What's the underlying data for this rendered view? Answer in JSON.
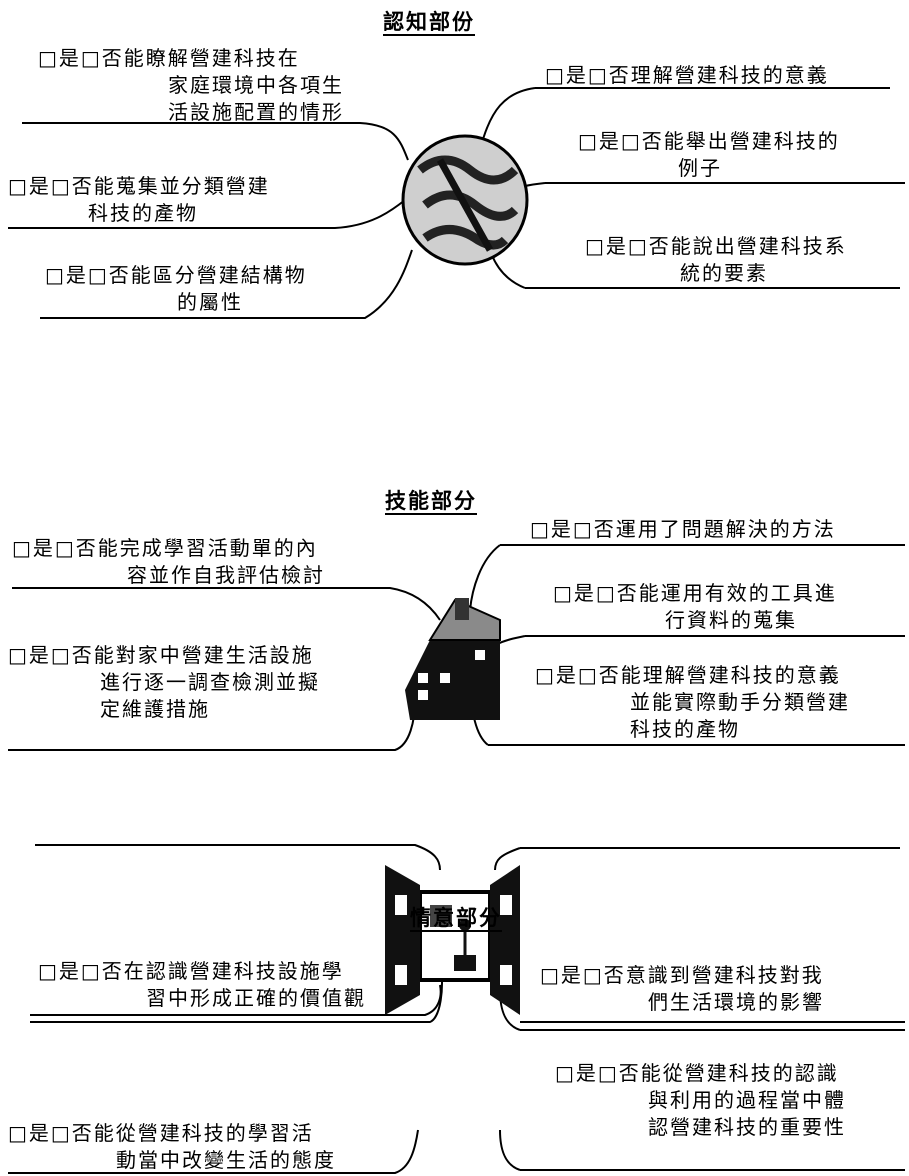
{
  "sections": [
    {
      "title": "認知部份",
      "left_items": [
        {
          "lines": [
            "□是□否能瞭解營建科技在",
            "家庭環境中各項生",
            "活設施配置的情形"
          ]
        },
        {
          "lines": [
            "□是□否能蒐集並分類營建",
            "科技的產物"
          ]
        },
        {
          "lines": [
            "□是□否能區分營建結構物",
            "的屬性"
          ]
        }
      ],
      "right_items": [
        {
          "lines": [
            "□是□否理解營建科技的意義"
          ]
        },
        {
          "lines": [
            "□是□否能舉出營建科技的",
            "例子"
          ]
        },
        {
          "lines": [
            "□是□否能說出營建科技系",
            "統的要素"
          ]
        }
      ],
      "icon": "brain-icon"
    },
    {
      "title": "技能部分",
      "left_items": [
        {
          "lines": [
            "□是□否能完成學習活動單的內",
            "容並作自我評估檢討"
          ]
        },
        {
          "lines": [
            "□是□否能對家中營建生活設施",
            "進行逐一調查檢測並擬",
            "定維護措施"
          ]
        }
      ],
      "right_items": [
        {
          "lines": [
            "□是□否運用了問題解決的方法"
          ]
        },
        {
          "lines": [
            "□是□否能運用有效的工具進",
            "行資料的蒐集"
          ]
        },
        {
          "lines": [
            "□是□否能理解營建科技的意義",
            "並能實際動手分類營建",
            "科技的產物"
          ]
        }
      ],
      "icon": "house-icon"
    },
    {
      "title": "情意部分",
      "left_items": [
        {
          "lines": [
            "□是□否在認識營建科技設施學",
            "習中形成正確的價值觀"
          ]
        },
        {
          "lines": [
            "□是□否能從營建科技的學習活",
            "動當中改變生活的態度"
          ]
        }
      ],
      "right_items": [
        {
          "lines": [
            "□是□否意識到營建科技對我",
            "們生活環境的影響"
          ]
        },
        {
          "lines": [
            "□是□否能從營建科技的認識",
            "與利用的過程當中體",
            "認營建科技的重要性"
          ]
        }
      ],
      "icon": "open-window-icon"
    }
  ]
}
